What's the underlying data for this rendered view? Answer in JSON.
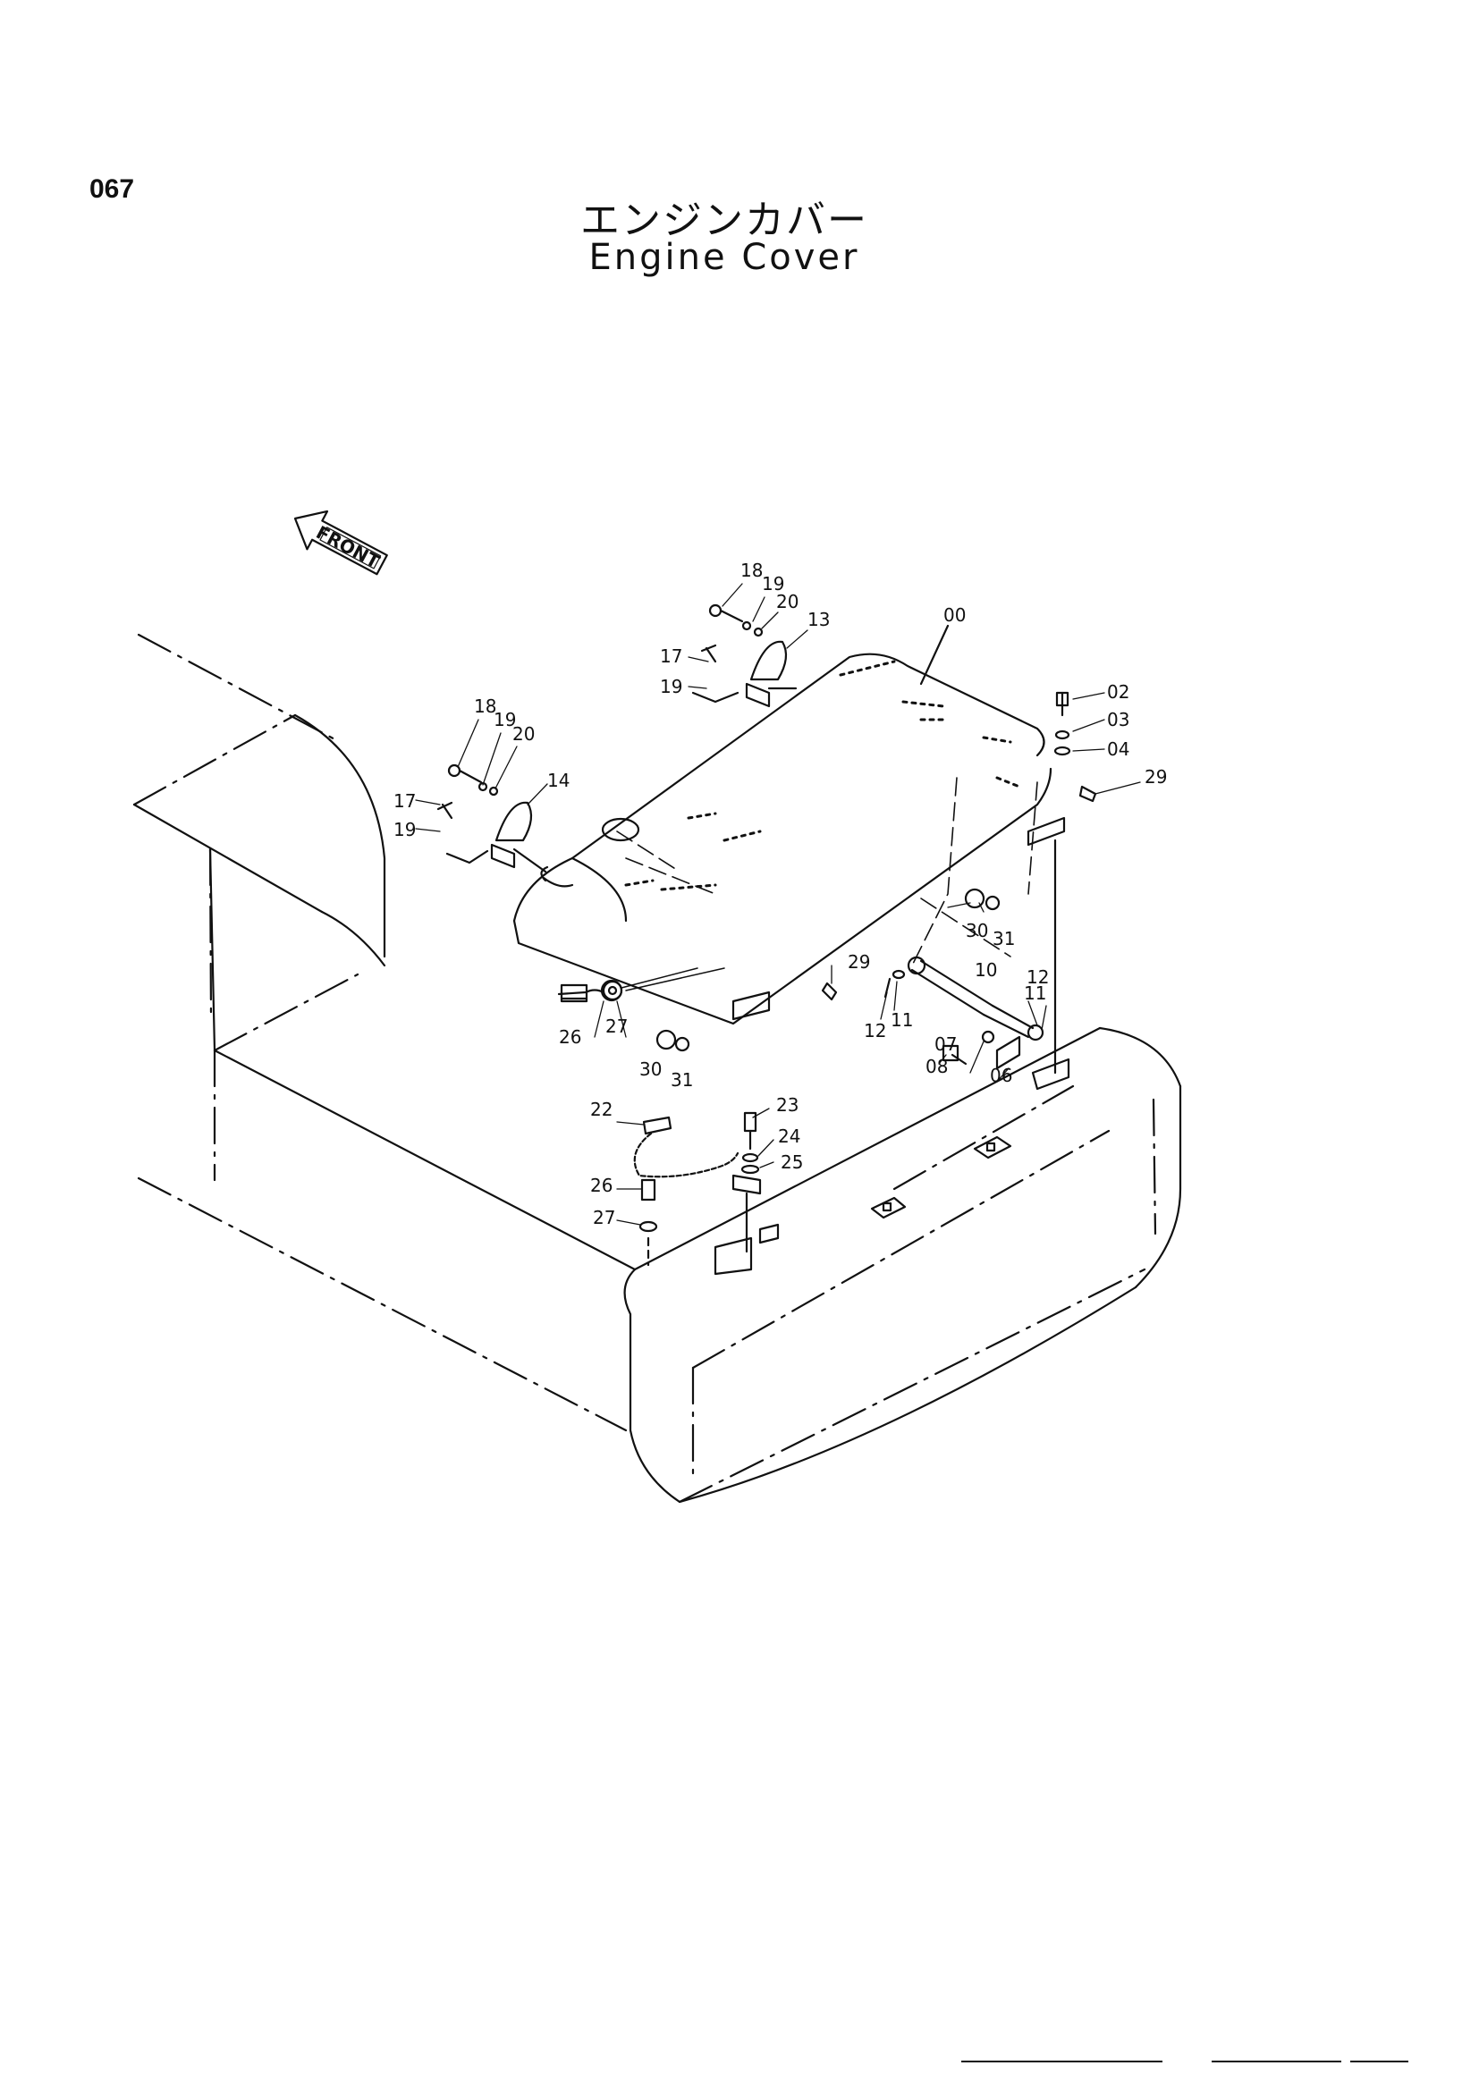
{
  "page_number": "067",
  "title_jp": "エンジンカバー",
  "title_en": "Engine Cover",
  "front_label": "FRONT",
  "callouts": [
    "00",
    "18",
    "19",
    "20",
    "13",
    "17",
    "19",
    "18",
    "19",
    "20",
    "14",
    "17",
    "19",
    "02",
    "03",
    "04",
    "29",
    "30",
    "31",
    "10",
    "12",
    "11",
    "11",
    "12",
    "29",
    "26",
    "27",
    "30",
    "31",
    "07",
    "08",
    "06",
    "22",
    "23",
    "24",
    "25",
    "26",
    "27"
  ]
}
